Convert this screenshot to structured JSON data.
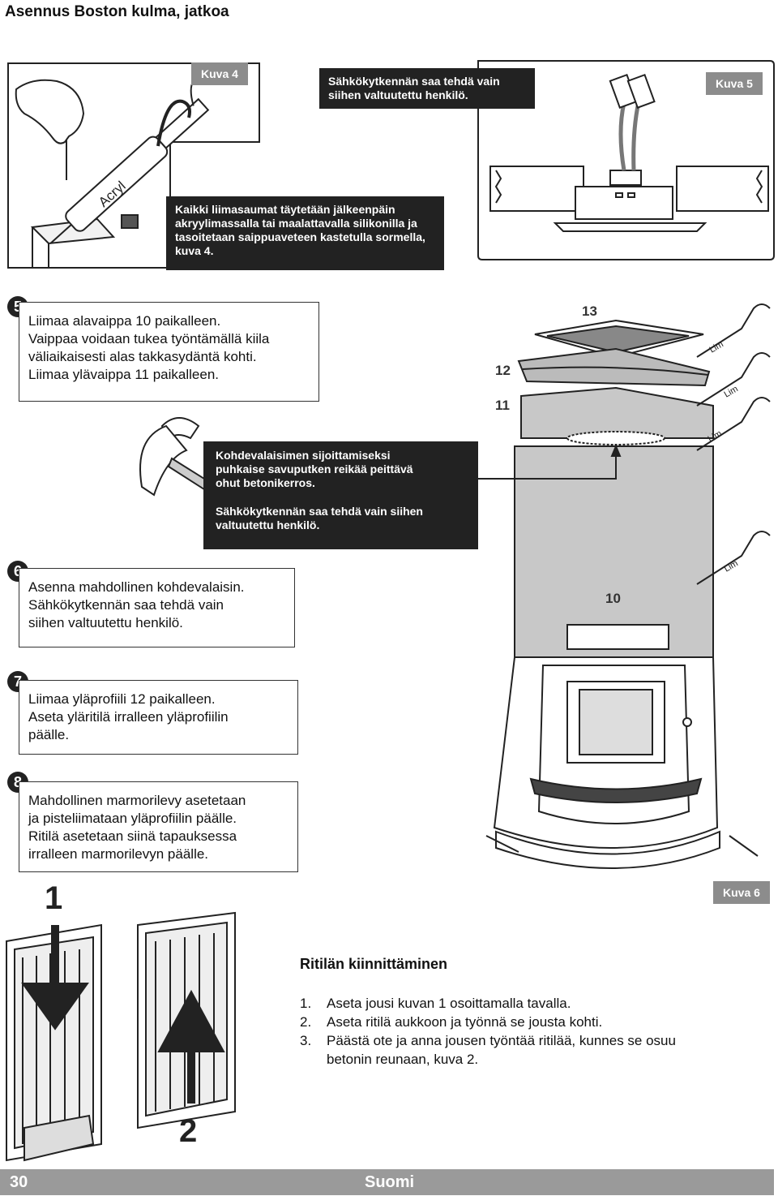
{
  "page": {
    "title": "Asennus Boston kulma, jatkoa",
    "footer_page": "30",
    "footer_lang": "Suomi"
  },
  "figure4": {
    "tag": "Kuva 4",
    "acryl_label": "Acryl",
    "note": "Kaikki liimasaumat täytetään jälkeenpäin akryylimassalla tai maalattavalla silikonilla ja tasoitetaan saippuaveteen kastetulla sormella, kuva 4."
  },
  "figure5": {
    "tag": "Kuva 5",
    "note": "Sähkökytkennän saa tehdä vain siihen valtuutettu henkilö."
  },
  "step5": {
    "badge": "5",
    "lines": [
      "Liimaa alavaippa 10 paikalleen.",
      "Vaippaa voidaan tukea työntämällä kiila",
      "väliaikaisesti alas takkasydäntä kohti.",
      "Liimaa ylävaippa 11 paikalleen."
    ]
  },
  "hammer_notes": {
    "line1": "Kohdevalaisimen sijoittamiseksi",
    "line2": "puhkaise savuputken reikää peittävä",
    "line3": "ohut betonikerros.",
    "line4": "Sähkökytkennän saa tehdä vain siihen",
    "line5": "valtuutettu henkilö."
  },
  "step6": {
    "badge": "6",
    "lines": [
      "Asenna mahdollinen kohdevalaisin.",
      "Sähkökytkennän saa tehdä vain",
      "siihen valtuutettu henkilö."
    ]
  },
  "step7": {
    "badge": "7",
    "lines": [
      "Liimaa yläprofiili 12 paikalleen.",
      "Aseta yläritilä irralleen yläprofiilin",
      "päälle."
    ]
  },
  "step8": {
    "badge": "8",
    "lines": [
      "Mahdollinen marmorilevy asetetaan",
      "ja pisteliimataan yläprofiilin päälle.",
      "Ritilä asetetaan siinä tapauksessa",
      "irralleen marmorilevyn päälle."
    ]
  },
  "stove": {
    "part13": "13",
    "part12": "12",
    "part11": "11",
    "part10": "10",
    "glue_label": "Lim",
    "tag": "Kuva 6"
  },
  "grille": {
    "fig1": "1",
    "fig2": "2",
    "heading": "Ritilän kiinnittäminen",
    "steps": [
      {
        "n": "1.",
        "text": "Aseta jousi kuvan 1 osoittamalla tavalla."
      },
      {
        "n": "2.",
        "text": "Aseta ritilä aukkoon ja työnnä se jousta kohti."
      },
      {
        "n": "3.",
        "text": "Päästä ote ja anna jousen työntää ritilää, kunnes se osuu betonin reunaan, kuva 2."
      }
    ]
  }
}
